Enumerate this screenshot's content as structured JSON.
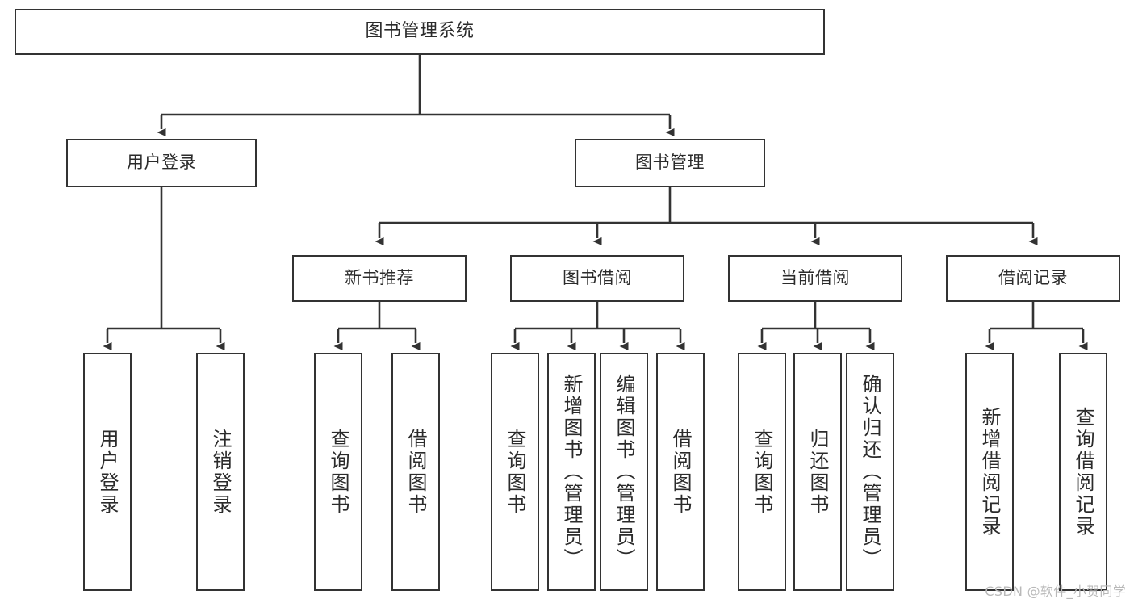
{
  "diagram": {
    "type": "tree-hierarchy-chart",
    "title": "图书管理系统",
    "background_color": "#ffffff",
    "line_color": "#333333",
    "text_color": "#2b2b2b",
    "nodes": {
      "root": {
        "label": "图书管理系统"
      },
      "level2": [
        {
          "id": "user-login",
          "label": "用户登录"
        },
        {
          "id": "book-management",
          "label": "图书管理"
        }
      ],
      "level3": [
        {
          "id": "new-book-recommend",
          "label": "新书推荐"
        },
        {
          "id": "book-borrow",
          "label": "图书借阅"
        },
        {
          "id": "current-borrow",
          "label": "当前借阅"
        },
        {
          "id": "borrow-record",
          "label": "借阅记录"
        }
      ],
      "leaves": {
        "user_login": [
          {
            "id": "leaf-user-login",
            "label": "用户登录"
          },
          {
            "id": "leaf-logout-login",
            "label": "注销登录"
          }
        ],
        "new_book_recommend": [
          {
            "id": "leaf-query-book-1",
            "label": "查询图书"
          },
          {
            "id": "leaf-borrow-book-1",
            "label": "借阅图书"
          }
        ],
        "book_borrow": [
          {
            "id": "leaf-query-book-2",
            "label": "查询图书"
          },
          {
            "id": "leaf-add-book",
            "label": "新增图书（管理员）"
          },
          {
            "id": "leaf-edit-book",
            "label": "编辑图书（管理员）"
          },
          {
            "id": "leaf-borrow-book-2",
            "label": "借阅图书"
          }
        ],
        "current_borrow": [
          {
            "id": "leaf-query-book-3",
            "label": "查询图书"
          },
          {
            "id": "leaf-return-book",
            "label": "归还图书"
          },
          {
            "id": "leaf-confirm-return",
            "label": "确认归还（管理员）"
          }
        ],
        "borrow_record": [
          {
            "id": "leaf-add-record",
            "label": "新增借阅记录"
          },
          {
            "id": "leaf-query-record",
            "label": "查询借阅记录"
          }
        ]
      }
    }
  },
  "watermark": {
    "text": "CSDN @软件_小贺同学"
  }
}
